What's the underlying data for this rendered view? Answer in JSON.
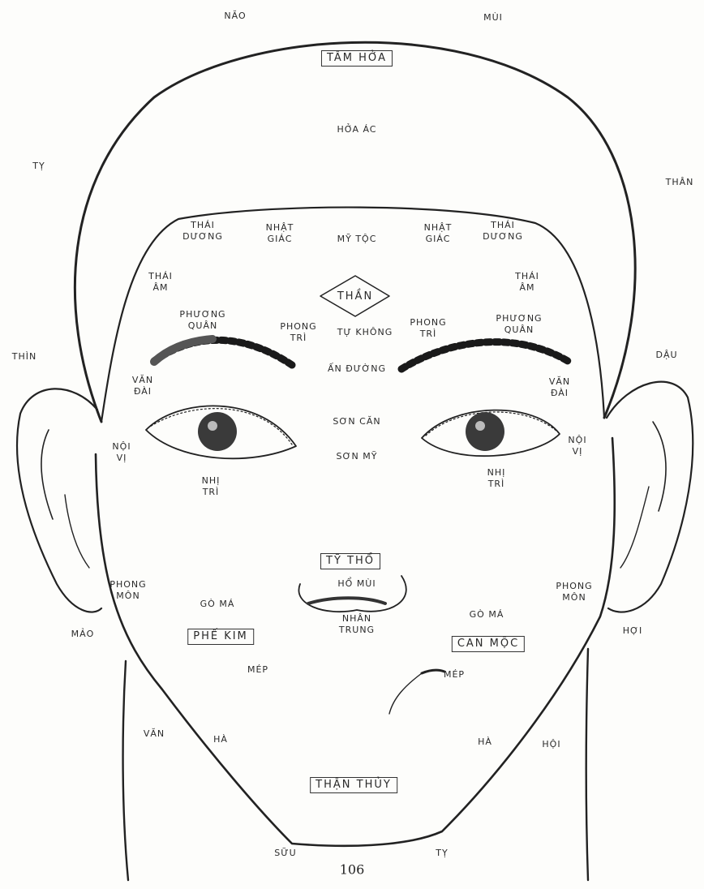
{
  "labels": {
    "nao": "NĂO",
    "mui_top": "MÙI",
    "ty_left": "TỴ",
    "than_right": "THÂN",
    "tam_hoa": "TÂM HỎ́A",
    "hoa_ac": "HỎ́A ÁC",
    "thai_duong_l": "THÁI\nDƯƠNG",
    "nhat_giac_l": "NHẬT\nGIÁC",
    "my_toc": "MỸ TỘC",
    "nhat_giac_r": "NHẬT\nGIÁC",
    "thai_duong_r": "THÁI\nDƯƠNG",
    "thai_am_l": "THÁI\nÂM",
    "thai_am_r": "THÁI\nÂM",
    "than_center": "THẦN",
    "phuong_quan_l": "PHƯƠNG\nQUÂN",
    "phong_tri_l": "PHONG\nTRÌ",
    "tu_khong": "TỰ KHÔNG",
    "phong_tri_r": "PHONG\nTRÌ",
    "phuong_quan_r": "PHƯƠNG\nQUÂN",
    "thin": "THÌN",
    "dau": "DẬU",
    "van_dai_l": "VĂN\nĐÀI",
    "an_duong": "ẤN ĐƯỜNG",
    "van_dai_r": "VĂN\nĐÀI",
    "noi_vi_l": "NỘI\nVỊ",
    "son_can": "SƠN CĂN",
    "noi_vi_r": "NỘI\nVỊ",
    "son_mi": "SƠN MỸ",
    "nhi_tri_l": "NHỊ\nTRÌ",
    "nhi_tri_r": "NHỊ\nTRÌ",
    "ty_tho": "TỸ THỔ",
    "ho_mui": "HỔ MÙI",
    "phong_mon_l": "PHONG\nMÔN",
    "phong_mon_r": "PHONG\nMÔN",
    "go_ma_l": "GÒ MÁ",
    "go_ma_r": "GÒ MÁ",
    "nhan_trung": "NHÂN\nTRUNG",
    "mao": "MẢO",
    "phe_kim": "PHẾ KIM",
    "can_moc": "CAN MỘC",
    "hoi": "HỢI",
    "mep_l": "MÉP",
    "mep_r": "MÉP",
    "van_chin": "VĂN",
    "ha_l": "HÀ",
    "ha_r": "HÀ",
    "hoi_chin": "HỘI",
    "than_thuy": "THẬN THỦY",
    "suu": "SỮU",
    "ty_bottom": "TỴ",
    "page_number": "106"
  }
}
